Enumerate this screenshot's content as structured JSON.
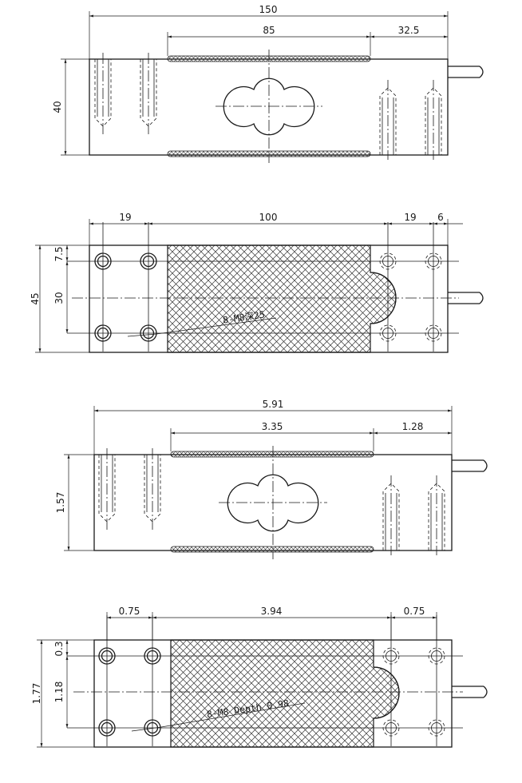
{
  "view1": {
    "overall": "150",
    "span": "85",
    "end": "32.5",
    "height": "40"
  },
  "view2": {
    "left": "19",
    "mid": "100",
    "right": "19",
    "tail": "6",
    "width": "45",
    "top": "7.5",
    "inner": "30",
    "hole_note": "8-M8深25"
  },
  "view3": {
    "overall": "5.91",
    "span": "3.35",
    "end": "1.28",
    "height": "1.57"
  },
  "view4": {
    "left": "0.75",
    "mid": "3.94",
    "right": "0.75",
    "width": "1.77",
    "top": "0.3",
    "inner": "1.18",
    "hole_note": "8-M8 Depth 0.98"
  }
}
